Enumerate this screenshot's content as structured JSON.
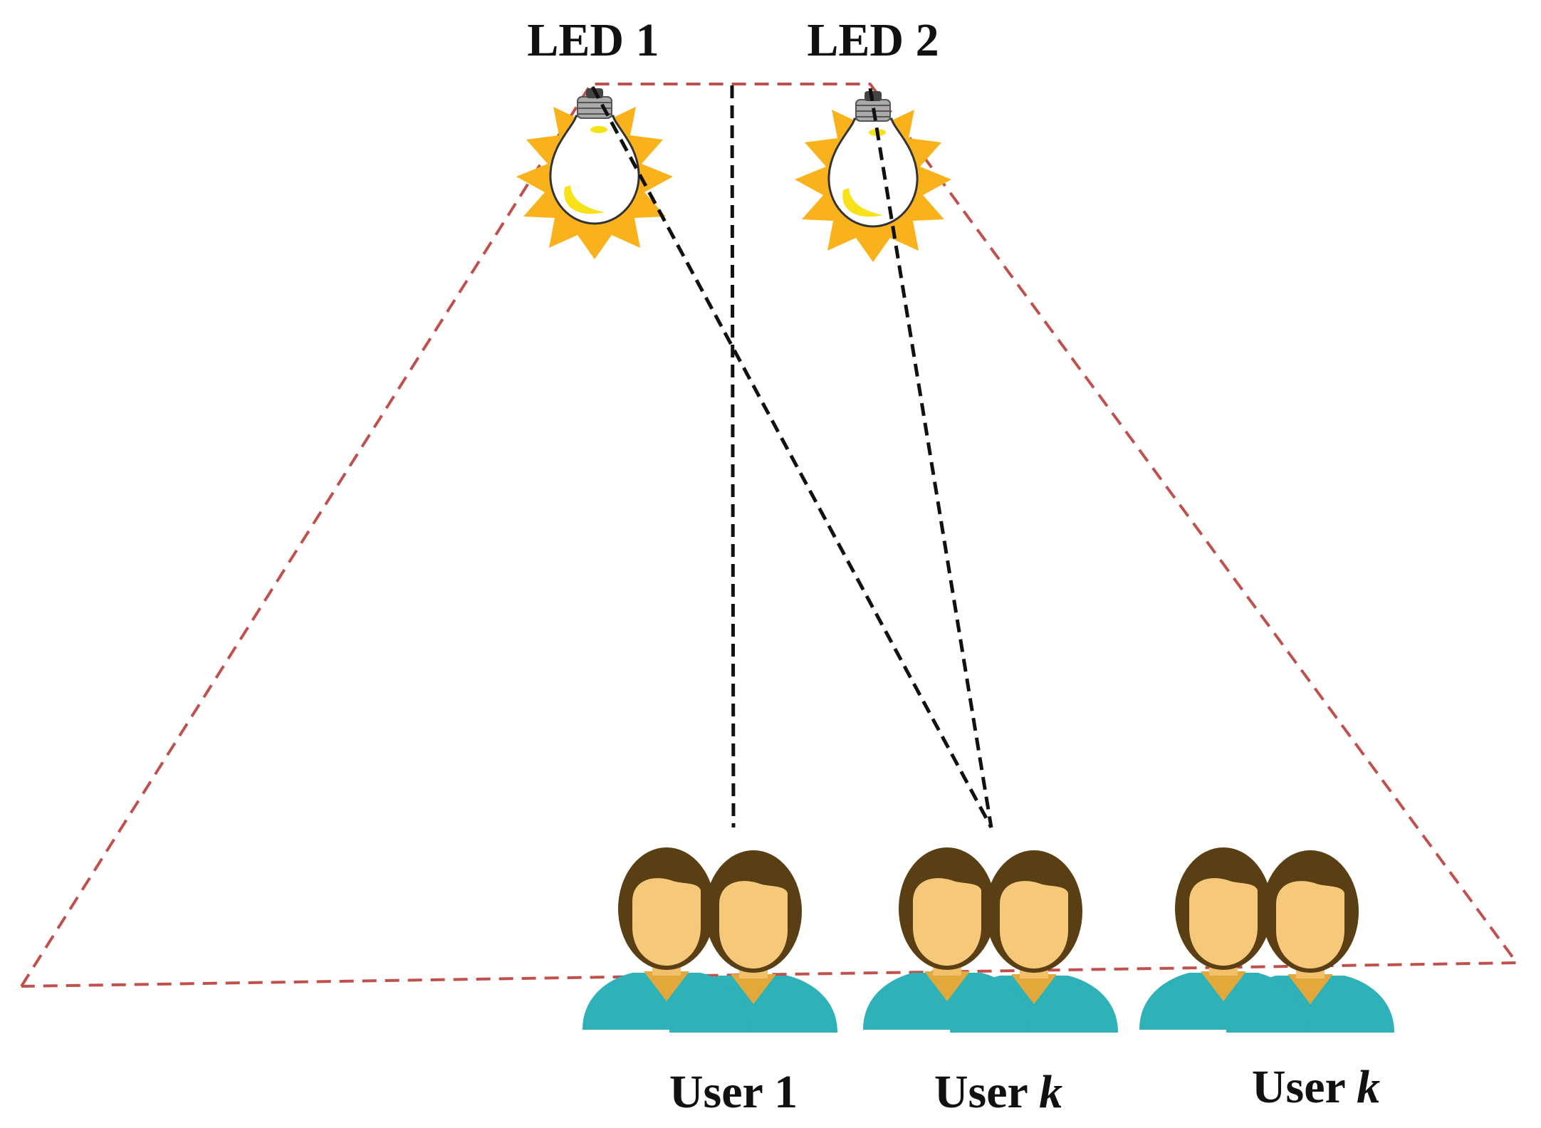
{
  "leds": [
    {
      "label": "LED 1"
    },
    {
      "label": "LED 2"
    }
  ],
  "users": [
    {
      "label_main": "User ",
      "label_var": "1",
      "var_italic": false
    },
    {
      "label_main": "User ",
      "label_var": "k",
      "var_italic": true
    },
    {
      "label_main": "User ",
      "label_var": "k",
      "var_italic": true
    }
  ],
  "colors": {
    "coverage_line": "#c0504d",
    "link_line": "#111111",
    "bulb_glow": "#f9b21b",
    "bulb_glass": "#ffffff",
    "bulb_highlight": "#f7e21a",
    "hair": "#5a3f14",
    "skin": "#f6c97a",
    "collar": "#e2a93a",
    "shirt": "#2fb1b8"
  },
  "icons": [
    "light-bulb-icon",
    "user-group-icon"
  ]
}
